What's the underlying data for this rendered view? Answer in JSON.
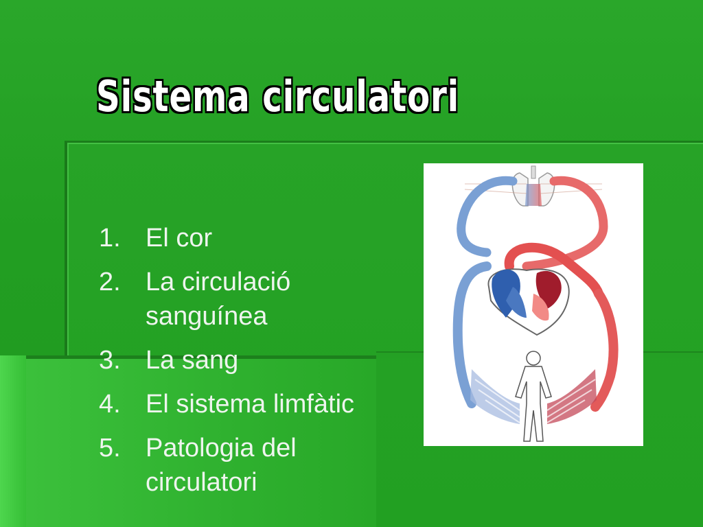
{
  "slide": {
    "title": "Sistema circulatori",
    "items": [
      {
        "number": "1.",
        "label": "El cor"
      },
      {
        "number": "2.",
        "label": "La circulació sanguínea"
      },
      {
        "number": "3.",
        "label": "La sang"
      },
      {
        "number": "4.",
        "label": "El sistema limfàtic"
      },
      {
        "number": "5.",
        "label": "Patologia del circulatori"
      }
    ]
  },
  "colors": {
    "background": "#229e22",
    "title_fill": "#ffffff",
    "title_outline": "#000000",
    "text": "#eef5ee",
    "venous_blue": "#6f97cf",
    "arterial_red": "#e35a5a"
  },
  "figure": {
    "icon": "circulatory-system-diagram"
  }
}
